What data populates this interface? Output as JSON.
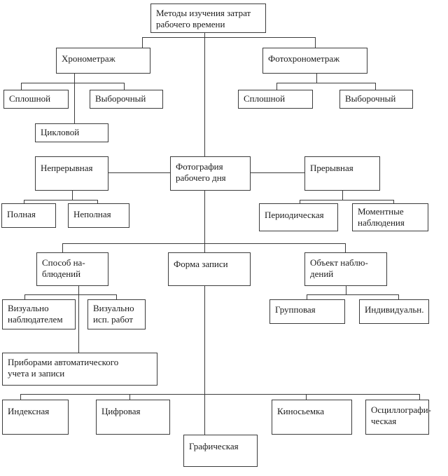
{
  "diagram": {
    "title": "Методы изучения затрат рабочего времени",
    "language": "ru",
    "type": "hierarchy-flowchart",
    "line_color": "#3c3c3c",
    "background_color": "#ffffff"
  },
  "nodes": {
    "root": {
      "label": "Методы изучения затрат\nрабочего времени"
    },
    "chrono": {
      "label": "Хронометраж"
    },
    "fotochrono": {
      "label": "Фотохронометраж"
    },
    "sploshL": {
      "label": "Сплошной"
    },
    "vyborL": {
      "label": "Выборочный"
    },
    "sploshR": {
      "label": "Сплошной"
    },
    "vyborR": {
      "label": "Выборочный"
    },
    "ciklovoy": {
      "label": "Цикловой"
    },
    "nepreryv": {
      "label": "Непрерывная"
    },
    "fotograf": {
      "label": "Фотография\nрабочего дня"
    },
    "preryv": {
      "label": "Прерывная"
    },
    "polnaya": {
      "label": "Полная"
    },
    "nepolnaya": {
      "label": "Неполная"
    },
    "periodich": {
      "label": "Периодическая"
    },
    "moment": {
      "label": "Моментные\nнаблюдения"
    },
    "sposob": {
      "label": "Способ на-\nблюдений"
    },
    "forma": {
      "label": "Форма записи"
    },
    "obyekt": {
      "label": "Объект наблю-\nдений"
    },
    "viznab": {
      "label": "Визуально\nнаблюдателем"
    },
    "vizisp": {
      "label": "Визуально\nисп. работ"
    },
    "gruppovaya": {
      "label": "Групповая"
    },
    "individ": {
      "label": "Индивидуальн."
    },
    "pribory": {
      "label": "Приборами автоматического\nучета и записи"
    },
    "indeks": {
      "label": "Индексная"
    },
    "cifra": {
      "label": "Цифровая"
    },
    "kino": {
      "label": "Киносьемка"
    },
    "oscil": {
      "label": "Осциллографи-\nческая"
    },
    "graf": {
      "label": "Графическая"
    }
  }
}
